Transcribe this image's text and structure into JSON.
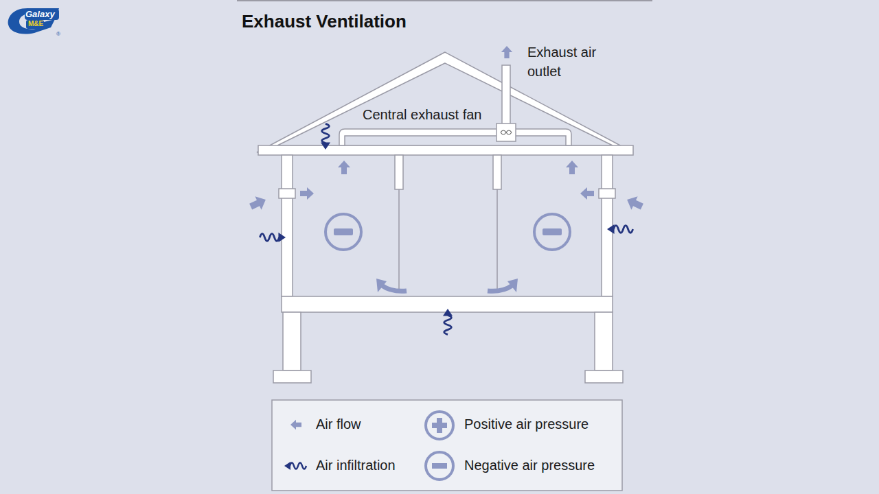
{
  "diagram": {
    "title": "Exhaust Ventilation",
    "labels": [
      "Exhaust air outlet",
      "Central exhaust fan",
      "Galaxy",
      "M&E",
      "®"
    ],
    "legend": [
      {
        "text": "Air flow"
      },
      {
        "text": "Air infiltration"
      },
      {
        "text": "Positive air pressure"
      },
      {
        "text": "Negative air pressure"
      }
    ]
  }
}
